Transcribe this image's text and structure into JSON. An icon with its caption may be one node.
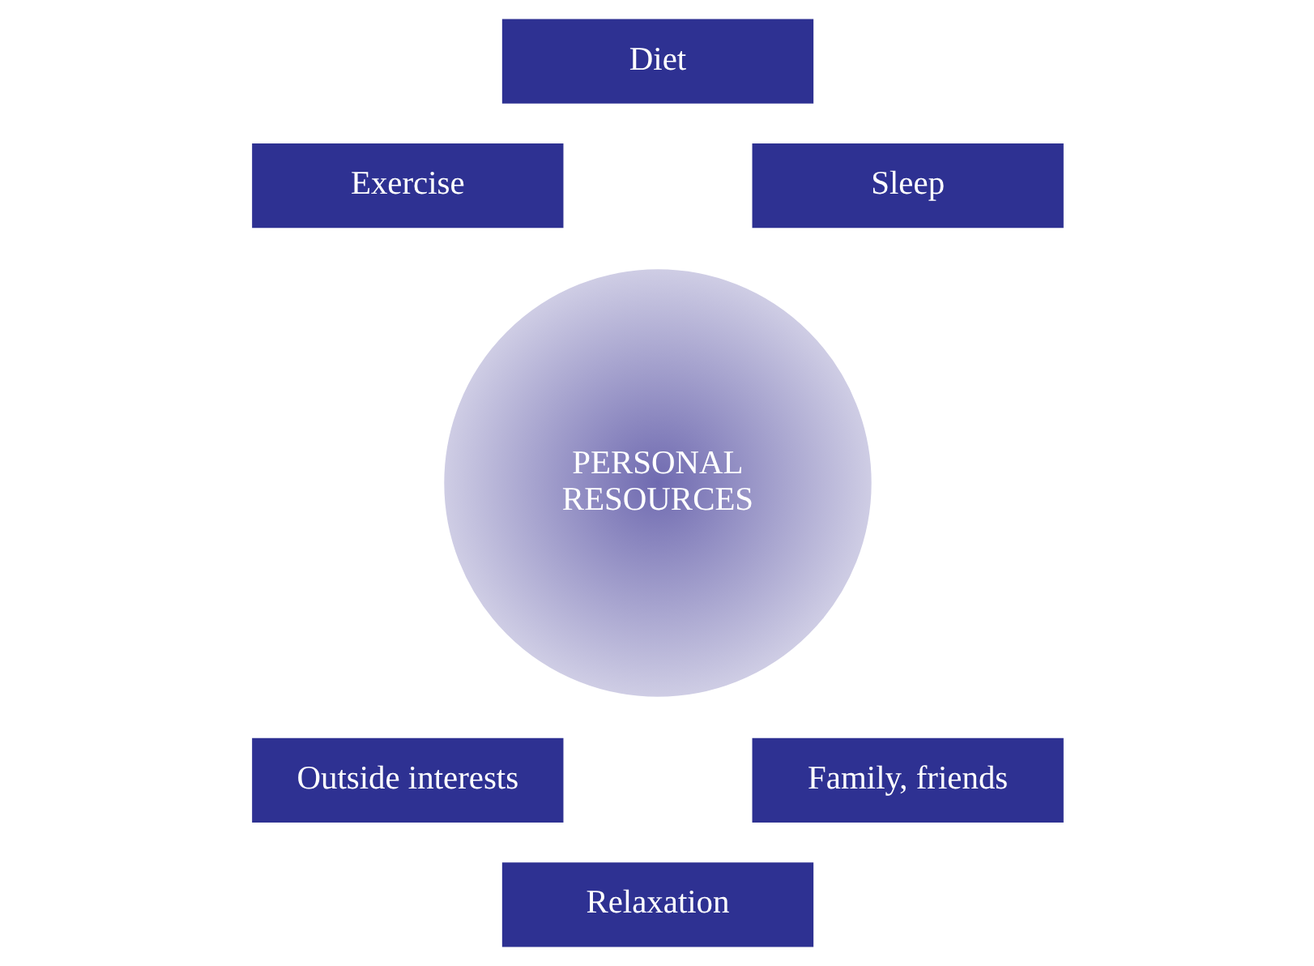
{
  "diagram": {
    "nodes": [
      {
        "text": [
          "Diet"
        ]
      },
      {
        "text": [
          "Exercise"
        ]
      },
      {
        "text": [
          "Sleep"
        ]
      },
      {
        "text": [
          "PERSONAL RESOURCES"
        ]
      },
      {
        "text": [
          "Outside interests"
        ]
      },
      {
        "text": [
          "Family, friends"
        ]
      },
      {
        "text": [
          "Relaxation"
        ]
      }
    ]
  }
}
